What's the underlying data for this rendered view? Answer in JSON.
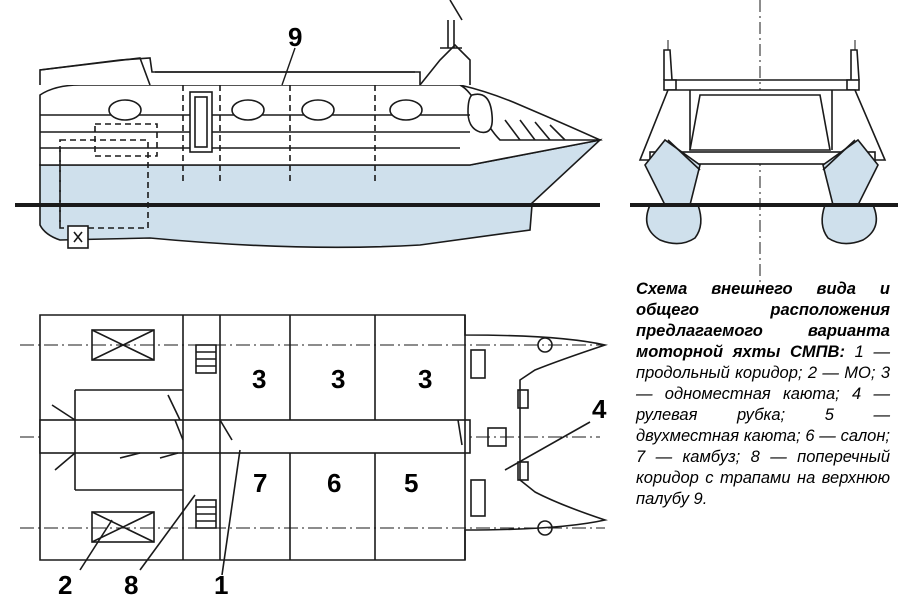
{
  "labels": {
    "deck": "9",
    "cabin_a": "3",
    "cabin_b": "3",
    "cabin_c": "3",
    "wheelhouse": "4",
    "galley": "7",
    "saloon": "6",
    "double_cabin": "5",
    "engine_room": "2",
    "cross_corridor": "8",
    "long_corridor": "1"
  },
  "caption": {
    "title": "Схема внешнего вида и общего расположения предлагаемого варианта моторной яхты СМПВ:",
    "items": "1 — продольный коридор; 2 — МО; 3 — одноместная каюта; 4 — рулевая рубка; 5 — двухместная каюта; 6 — салон; 7 — камбуз; 8 — поперечный коридор с трапами на верхнюю палубу 9."
  },
  "colors": {
    "hull": "#cfe0ec",
    "line": "#1a1a1a",
    "background": "#ffffff"
  }
}
